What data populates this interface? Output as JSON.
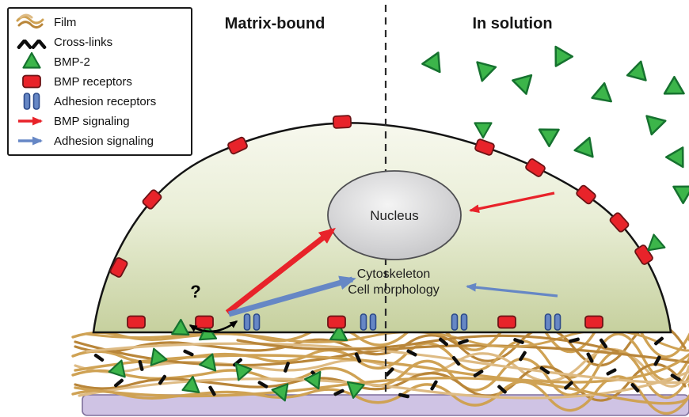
{
  "figure": {
    "sections": {
      "left": "Matrix-bound",
      "right": "In solution"
    }
  },
  "legend": {
    "items": [
      {
        "label": "Film"
      },
      {
        "label": "Cross-links"
      },
      {
        "label": "BMP-2"
      },
      {
        "label": "BMP receptors"
      },
      {
        "label": "Adhesion receptors"
      },
      {
        "label": "BMP signaling"
      },
      {
        "label": "Adhesion signaling"
      }
    ]
  },
  "cell": {
    "nucleus_label": "Nucleus",
    "cytoskeleton_label": "Cytoskeleton",
    "morphology_label": "Cell morphology",
    "question_mark": "?"
  },
  "colors": {
    "bmp2_green": "#3cb54a",
    "receptor_red": "#e8232a",
    "adhesion_blue": "#6687c5",
    "arrow_red": "#e8232a",
    "arrow_blue": "#6687c5",
    "film_tan": "#cfa254",
    "crosslink_black": "#0d0d0d",
    "substrate_purple": "#cfc3e4"
  }
}
